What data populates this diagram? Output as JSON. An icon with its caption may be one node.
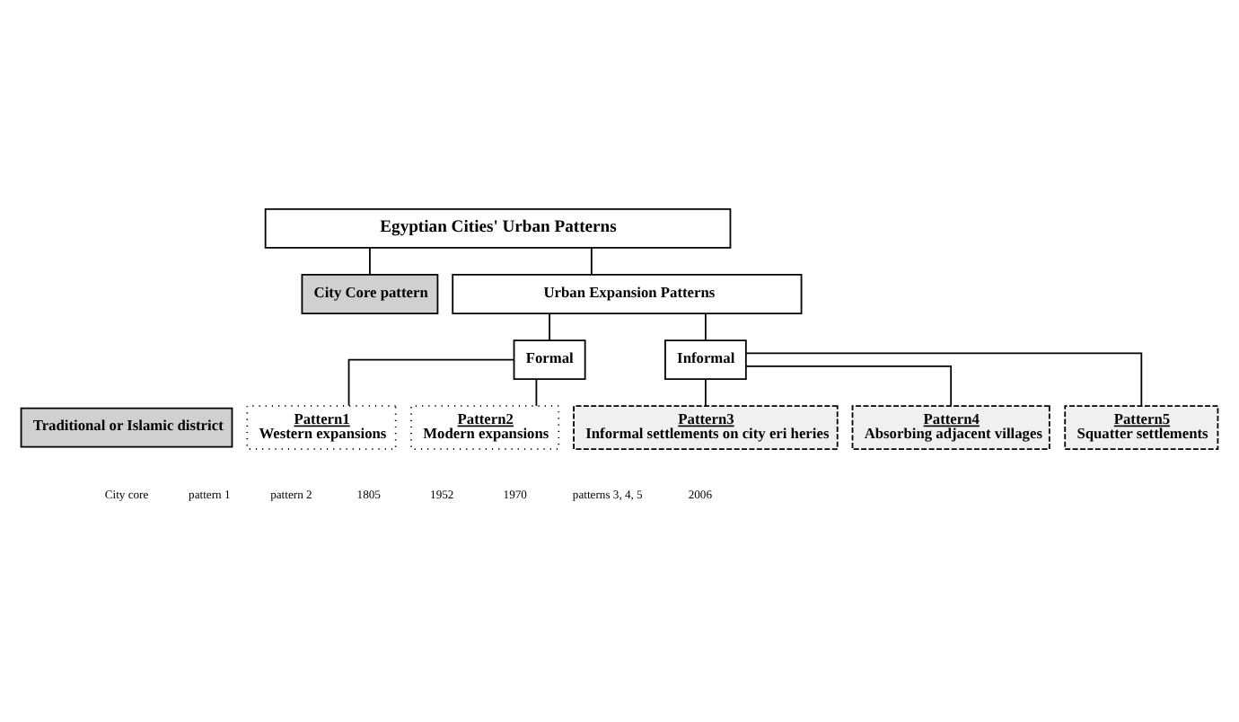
{
  "diagram": {
    "nodes": [
      {
        "text": [
          "Egyptian Cities' Urban Patterns"
        ]
      },
      {
        "text": [
          "City Core pattern"
        ]
      },
      {
        "text": [
          "Urban Expansion Patterns"
        ]
      },
      {
        "text": [
          "Formal"
        ]
      },
      {
        "text": [
          "Informal"
        ]
      },
      {
        "text": [
          "Traditional or Islamic district"
        ]
      },
      {
        "text": [
          "Pattern1",
          "Western expansions"
        ]
      },
      {
        "text": [
          "Pattern2",
          "Modern expansions"
        ]
      },
      {
        "text": [
          "Pattern3",
          "Informal settlements on city eri heries"
        ]
      },
      {
        "text": [
          "Pattern4",
          "Absorbing adjacent villages"
        ]
      },
      {
        "text": [
          "Pattern5",
          "Squatter settlements"
        ]
      }
    ],
    "edges": [
      {
        "from": 0,
        "to": 1,
        "arrow": "none"
      },
      {
        "from": 0,
        "to": 2,
        "arrow": "none"
      },
      {
        "from": 2,
        "to": 3,
        "arrow": "none"
      },
      {
        "from": 2,
        "to": 4,
        "arrow": "none"
      },
      {
        "from": 3,
        "to": 6,
        "arrow": "none"
      },
      {
        "from": 3,
        "to": 7,
        "arrow": "none"
      },
      {
        "from": 4,
        "to": 8,
        "arrow": "none"
      },
      {
        "from": 4,
        "to": 9,
        "arrow": "none"
      },
      {
        "from": 4,
        "to": 10,
        "arrow": "none"
      }
    ],
    "labels": [
      "City core",
      "pattern 1",
      "pattern 2",
      "1805",
      "1952",
      "1970",
      "patterns 3, 4, 5",
      "2006"
    ]
  }
}
